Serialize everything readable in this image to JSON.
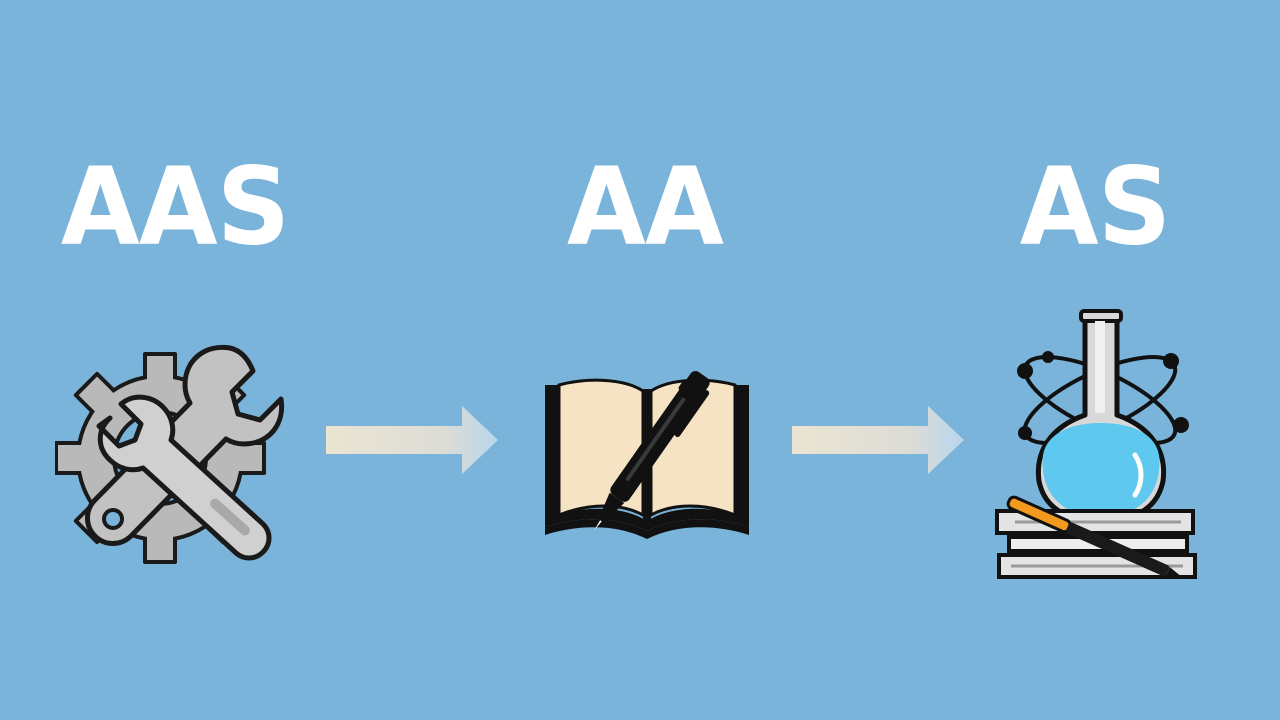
{
  "labels": {
    "left": "AAS",
    "center": "AA",
    "right": "AS"
  },
  "icons": {
    "left": "tools-gear-wrench-icon",
    "center": "open-book-pen-icon",
    "right": "science-flask-atom-books-icon",
    "arrows": "right-arrow-icon"
  },
  "colors": {
    "background": "#7ab4da",
    "label_text": "#ffffff",
    "arrow": "#e6e0cf",
    "book_page": "#f6e3c3",
    "flask_liquid": "#5fc8ef",
    "tool_gray": "#b9b9b9",
    "pen_orange": "#f39a1e"
  }
}
